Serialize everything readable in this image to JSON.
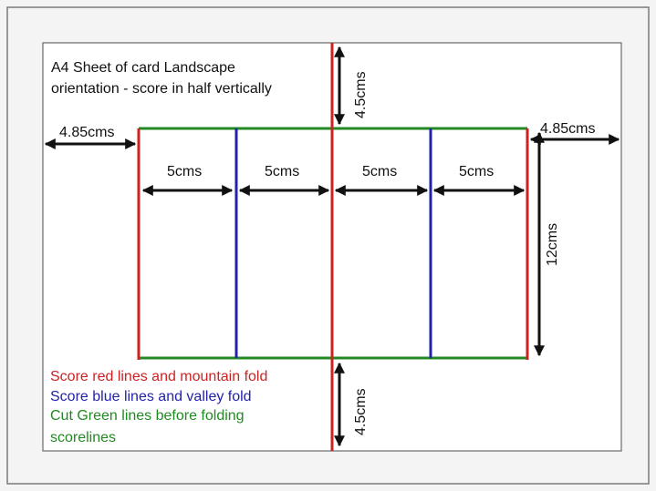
{
  "title_lines": [
    "A4 Sheet of card Landscape",
    "orientation - score in half vertically"
  ],
  "dimensions": {
    "margin_side": "4.85cms",
    "margin_top": "4.5cms",
    "margin_bottom": "4.5cms",
    "panel_width": "5cms",
    "panel_height": "12cms"
  },
  "legend": {
    "red": "Score red lines and mountain fold",
    "blue": "Score blue lines and valley fold",
    "green_1": "Cut Green lines before folding",
    "green_2": "scorelines"
  },
  "colors": {
    "red": "#cc2222",
    "blue": "#2222aa",
    "green": "#228822",
    "arrow": "#111111",
    "paper": "#ffffff",
    "frame": "#555555"
  }
}
